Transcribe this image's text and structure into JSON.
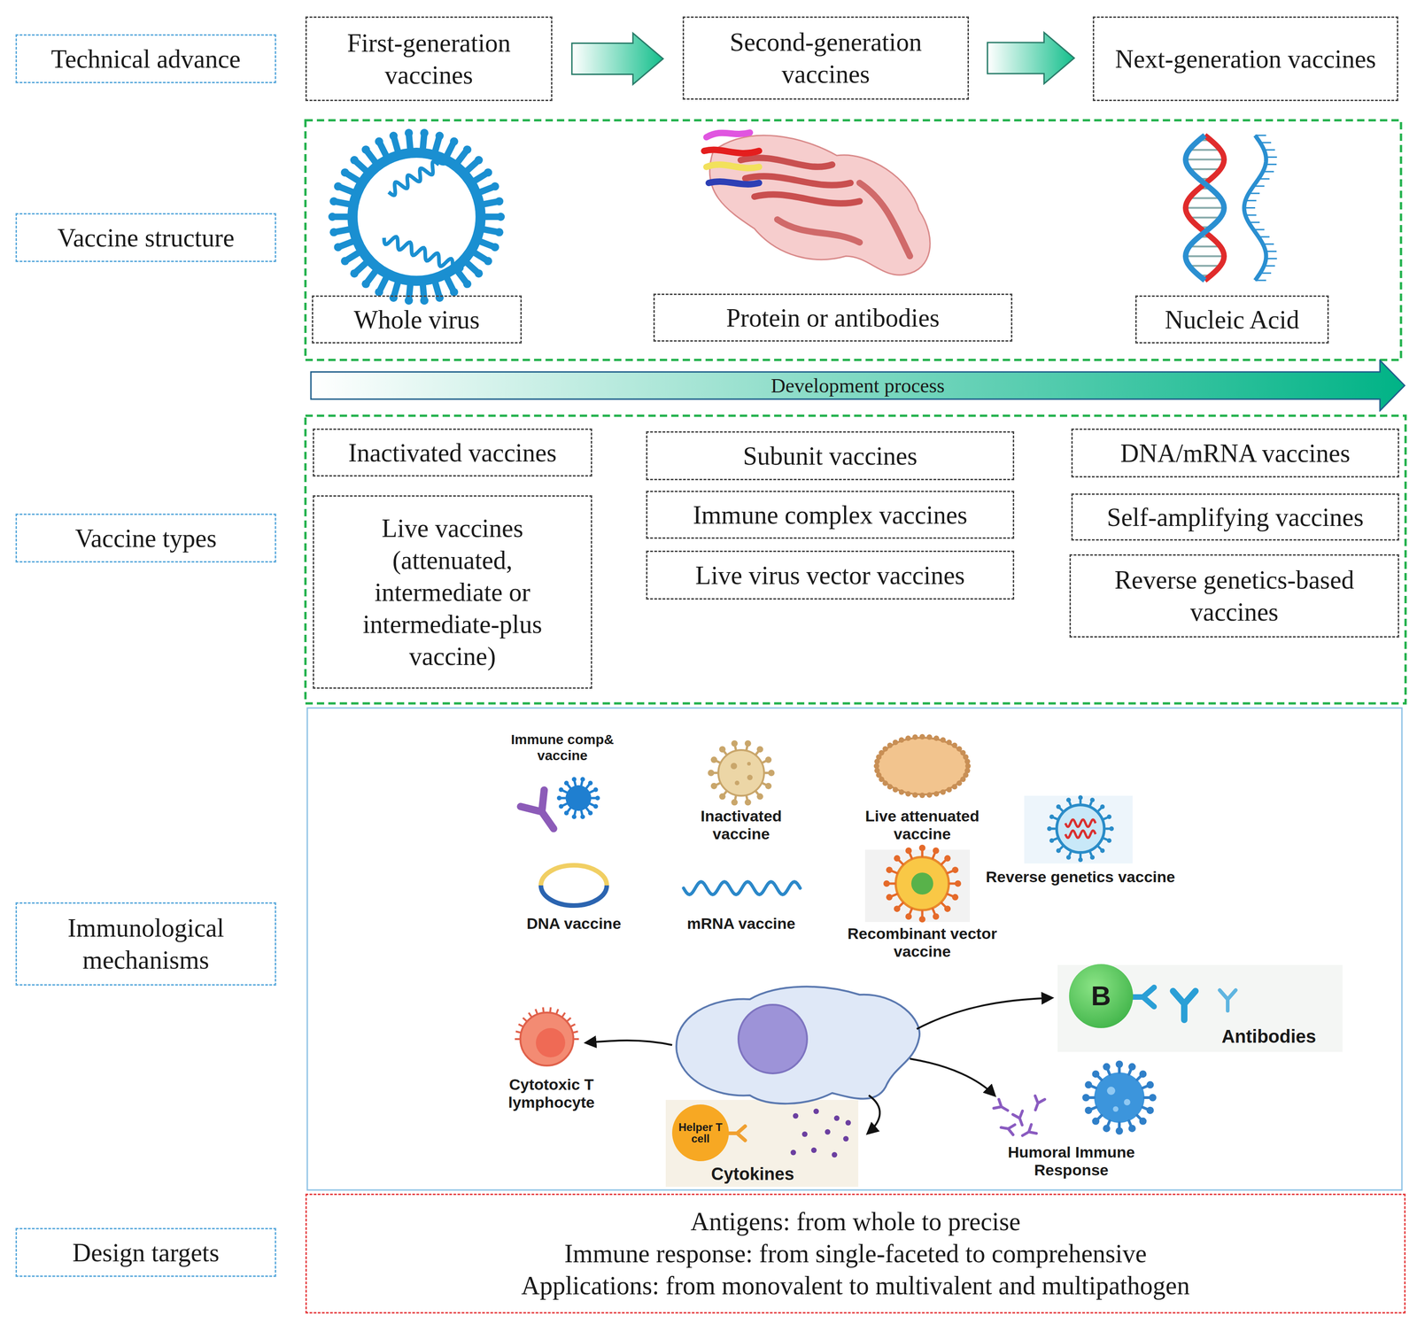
{
  "diagram": {
    "nodes": [
      {
        "text": [
          "Technical advance"
        ]
      },
      {
        "text": [
          "First-generation vaccines"
        ]
      },
      {
        "text": [
          "Second-generation vaccines"
        ]
      },
      {
        "text": [
          "Next-generation vaccines"
        ]
      },
      {
        "text": [
          "Vaccine structure"
        ]
      },
      {
        "text": [
          "Whole virus"
        ]
      },
      {
        "text": [
          "Protein or antibodies"
        ]
      },
      {
        "text": [
          "Nucleic Acid"
        ]
      },
      {
        "text": [
          "Development process"
        ]
      },
      {
        "text": [
          "Vaccine types"
        ]
      },
      {
        "text": [
          "Inactivated vaccines"
        ]
      },
      {
        "text": [
          "Subunit vaccines"
        ]
      },
      {
        "text": [
          "DNA/mRNA vaccines"
        ]
      },
      {
        "text": [
          "Live vaccines (attenuated, intermediate or intermediate-plus vaccine)"
        ]
      },
      {
        "text": [
          "Immune complex vaccines"
        ]
      },
      {
        "text": [
          "Self-amplifying vaccines"
        ]
      },
      {
        "text": [
          "Live virus vector vaccines"
        ]
      },
      {
        "text": [
          "Reverse genetics-based vaccines"
        ]
      },
      {
        "text": [
          "Immunological mechanisms"
        ]
      },
      {
        "text": [
          "Helper T cell"
        ]
      },
      {
        "text": [
          "B"
        ]
      },
      {
        "text": [
          "Design targets"
        ]
      },
      {
        "text": [
          "Antigens: from whole to precise",
          "Immune response: from single-faceted to comprehensive",
          "Applications: from monovalent to multivalent and multipathogen"
        ]
      }
    ],
    "edges": [
      {
        "from": 1,
        "to": 2,
        "arrow": "to"
      },
      {
        "from": 2,
        "to": 3,
        "arrow": "to"
      }
    ],
    "labels": [
      "Immune comp& vaccine",
      "Inactivated vaccine",
      "Live attenuated vaccine",
      "Reverse genetics vaccine",
      "DNA vaccine",
      "mRNA vaccine",
      "Recombinant vector vaccine",
      "Cytotoxic T lymphocyte",
      "Cytokines",
      "Antibodies",
      "Humoral Immune Response"
    ]
  }
}
